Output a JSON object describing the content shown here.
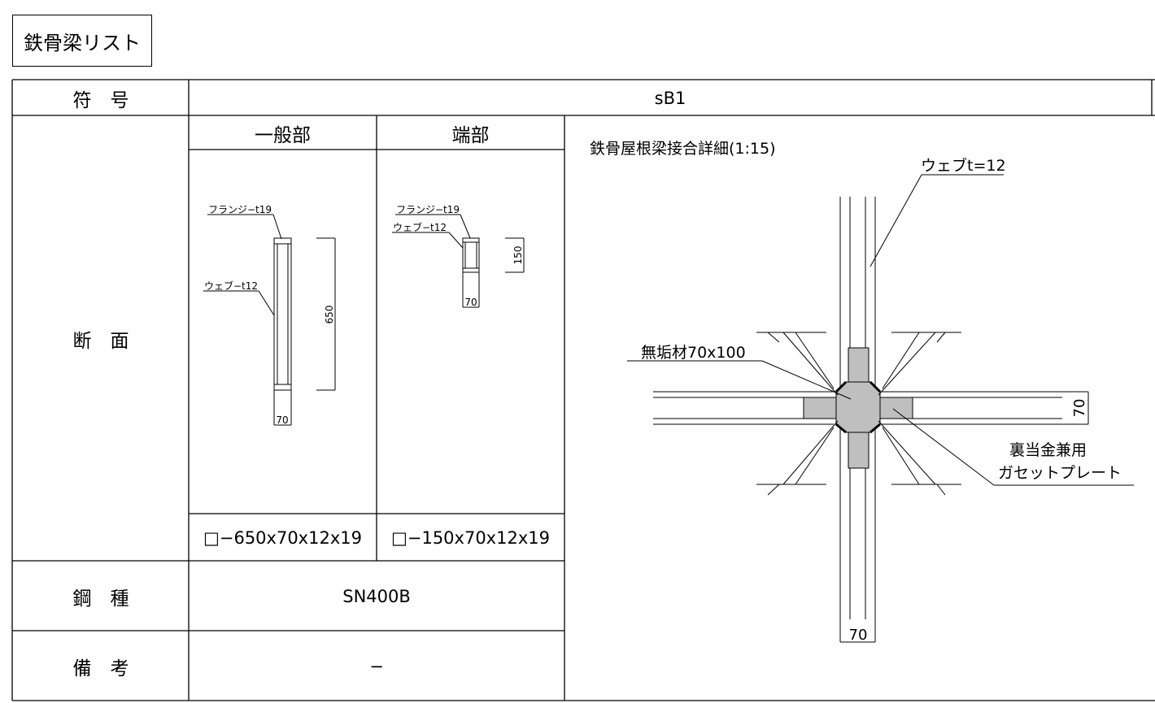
{
  "title": "鉄骨梁リスト",
  "table": {
    "row_headers": {
      "symbol": "符　号",
      "section": "断　面",
      "steel_grade": "鋼　種",
      "remarks": "備　考"
    },
    "symbol_value": "sB1",
    "section_columns": {
      "general": "一般部",
      "end": "端部"
    },
    "general_section": {
      "flange_label": "フランジ−t19",
      "web_label": "ウェブ−t12",
      "height_dim": "650",
      "width_dim": "70",
      "spec": "□−650x70x12x19"
    },
    "end_section": {
      "flange_label": "フランジ−t19",
      "web_label": "ウェブ−t12",
      "height_dim": "150",
      "width_dim": "70",
      "spec": "□−150x70x12x19"
    },
    "steel_grade_value": "SN400B",
    "remarks_value": "−"
  },
  "detail": {
    "title": "鉄骨屋根梁接合詳細(1:15)",
    "web_label": "ウェブt=12",
    "solid_label": "無垢材70x100",
    "gusset_label_line1": "裏当金兼用",
    "gusset_label_line2": "ガセットプレート",
    "dim_right": "70",
    "dim_bottom": "70"
  },
  "colors": {
    "line": "#000000",
    "plate_fill": "#bfbfbf",
    "background": "#ffffff"
  }
}
